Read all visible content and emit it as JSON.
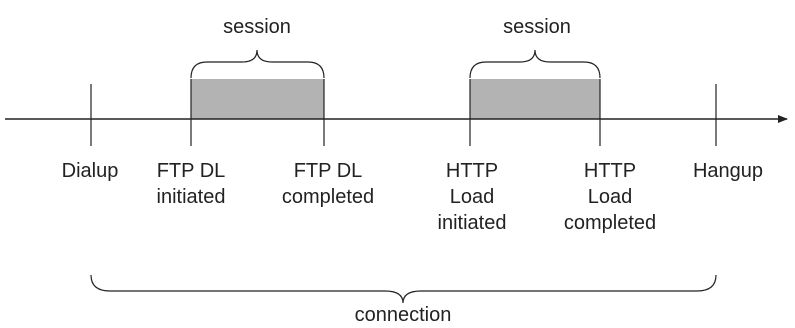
{
  "diagram": {
    "sessions": [
      {
        "label": "session"
      },
      {
        "label": "session"
      }
    ],
    "connection_label": "connection",
    "events": [
      {
        "lines": [
          "Dialup"
        ]
      },
      {
        "lines": [
          "FTP DL",
          "initiated"
        ]
      },
      {
        "lines": [
          "FTP DL",
          "completed"
        ]
      },
      {
        "lines": [
          "HTTP",
          "Load",
          "initiated"
        ]
      },
      {
        "lines": [
          "HTTP",
          "Load",
          "completed"
        ]
      },
      {
        "lines": [
          "Hangup"
        ]
      }
    ]
  },
  "colors": {
    "line": "#222222",
    "session_fill": "#b3b3b3",
    "background": "#ffffff"
  }
}
